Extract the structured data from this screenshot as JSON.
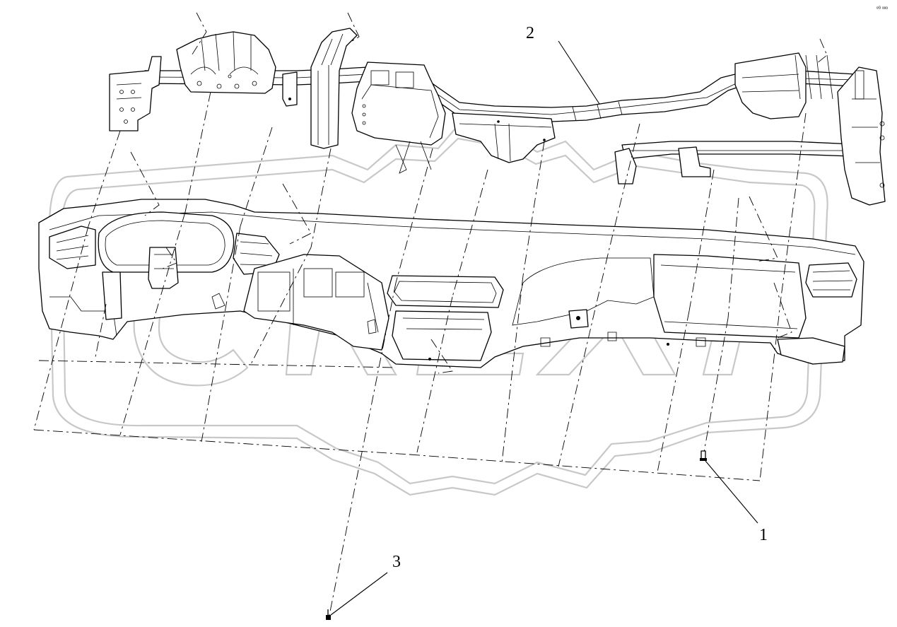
{
  "callouts": [
    {
      "id": "1",
      "label": "1",
      "part": "fastener-bolt"
    },
    {
      "id": "2",
      "label": "2",
      "part": "cross-car-beam"
    },
    {
      "id": "3",
      "label": "3",
      "part": "fastener-screw"
    }
  ],
  "corner_mark": "ᵉᴳ ᵃᵃᵃ",
  "colors": {
    "line": "#000000",
    "watermark": "#c8c8c8",
    "background": "#ffffff"
  }
}
